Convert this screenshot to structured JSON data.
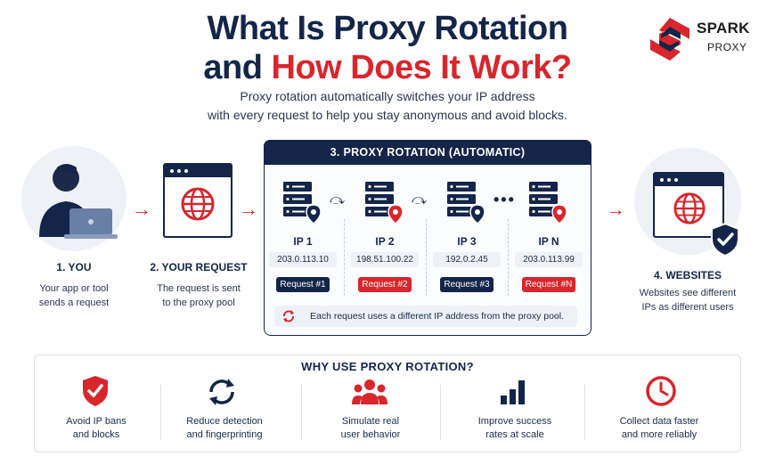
{
  "title": {
    "line1": "What Is Proxy Rotation",
    "line2_prefix": "and ",
    "line2_highlight": "How Does It Work?"
  },
  "subtitle": {
    "line1": "Proxy rotation automatically switches your IP address",
    "line2": "with every request to help you stay anonymous and avoid blocks."
  },
  "logo": {
    "name": "SPARK",
    "sub": "PROXY"
  },
  "steps": {
    "you": {
      "title": "1. YOU",
      "desc1": "Your app or tool",
      "desc2": "sends a request"
    },
    "request": {
      "title": "2. YOUR REQUEST",
      "desc1": "The request is sent",
      "desc2": "to the proxy pool"
    },
    "rotation": {
      "title": "3. PROXY ROTATION (AUTOMATIC)"
    },
    "websites": {
      "title": "4. WEBSITES",
      "desc1": "Websites see different",
      "desc2": "IPs as different users"
    }
  },
  "ips": [
    {
      "label": "IP 1",
      "addr": "203.0.113.10",
      "req": "Request #1",
      "style": "n"
    },
    {
      "label": "IP 2",
      "addr": "198.51.100.22",
      "req": "Request #2",
      "style": "r"
    },
    {
      "label": "IP 3",
      "addr": "192.0.2.45",
      "req": "Request #3",
      "style": "n"
    },
    {
      "label": "IP N",
      "addr": "203.0.113.99",
      "req": "Request #N",
      "style": "r"
    }
  ],
  "note": "Each request uses a different IP address from the proxy pool.",
  "why": {
    "title": "WHY USE PROXY ROTATION?",
    "items": [
      {
        "l1": "Avoid IP bans",
        "l2": "and blocks",
        "icon": "shield-check-icon"
      },
      {
        "l1": "Reduce detection",
        "l2": "and fingerprinting",
        "icon": "refresh-icon"
      },
      {
        "l1": "Simulate real",
        "l2": "user behavior",
        "icon": "users-icon"
      },
      {
        "l1": "Improve success",
        "l2": "rates at scale",
        "icon": "bar-chart-icon"
      },
      {
        "l1": "Collect data faster",
        "l2": "and more reliably",
        "icon": "clock-icon"
      }
    ]
  },
  "colors": {
    "navy": "#14254a",
    "red": "#d8262c",
    "light": "#eef1f6"
  }
}
